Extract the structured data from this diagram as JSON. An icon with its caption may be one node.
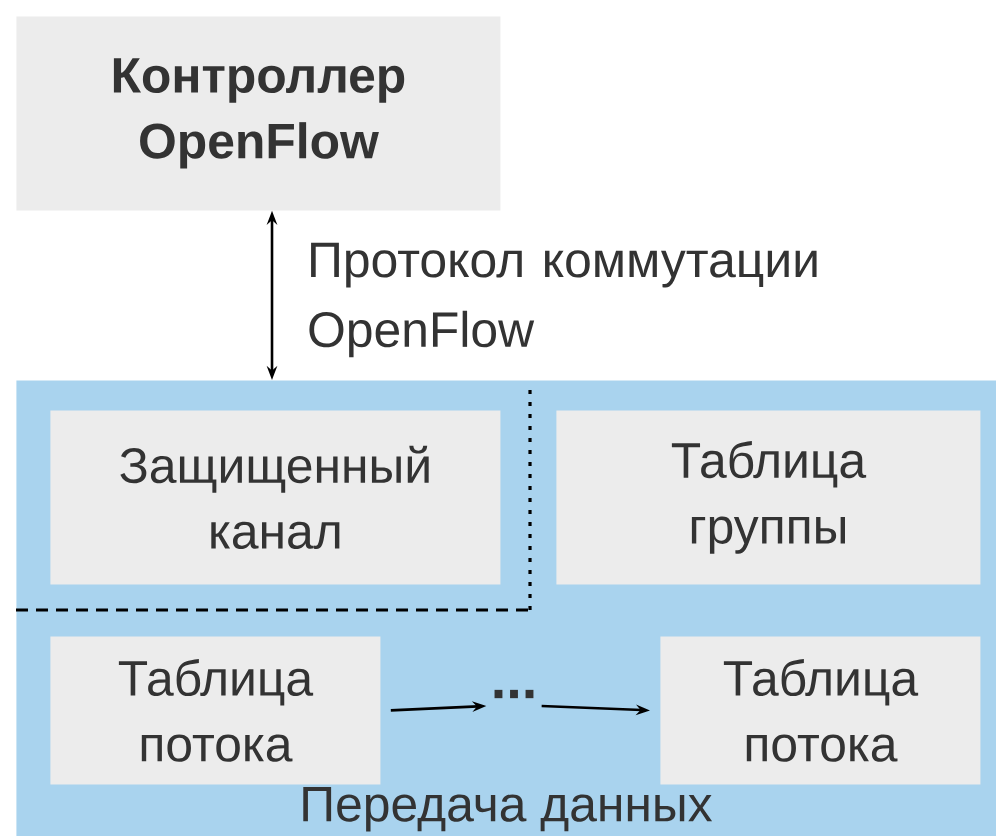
{
  "diagram": {
    "nodes": [
      {
        "text": [
          "Контроллер OpenFlow"
        ]
      },
      {
        "text": [
          "Передача данных"
        ]
      },
      {
        "text": [
          "Защищенный канал"
        ],
        "in": 1
      },
      {
        "text": [
          "Таблица группы"
        ],
        "in": 1
      },
      {
        "text": [
          "Таблица потока"
        ],
        "in": 1
      },
      {
        "text": [
          "..."
        ],
        "in": 1
      },
      {
        "text": [
          "Таблица потока"
        ],
        "in": 1
      }
    ],
    "edges": [
      {
        "from": 0,
        "to": 1,
        "arrow": "both",
        "label": "Протокол коммутации OpenFlow"
      },
      {
        "from": 4,
        "to": 5,
        "arrow": "to"
      },
      {
        "from": 5,
        "to": 6,
        "arrow": "to"
      }
    ]
  }
}
